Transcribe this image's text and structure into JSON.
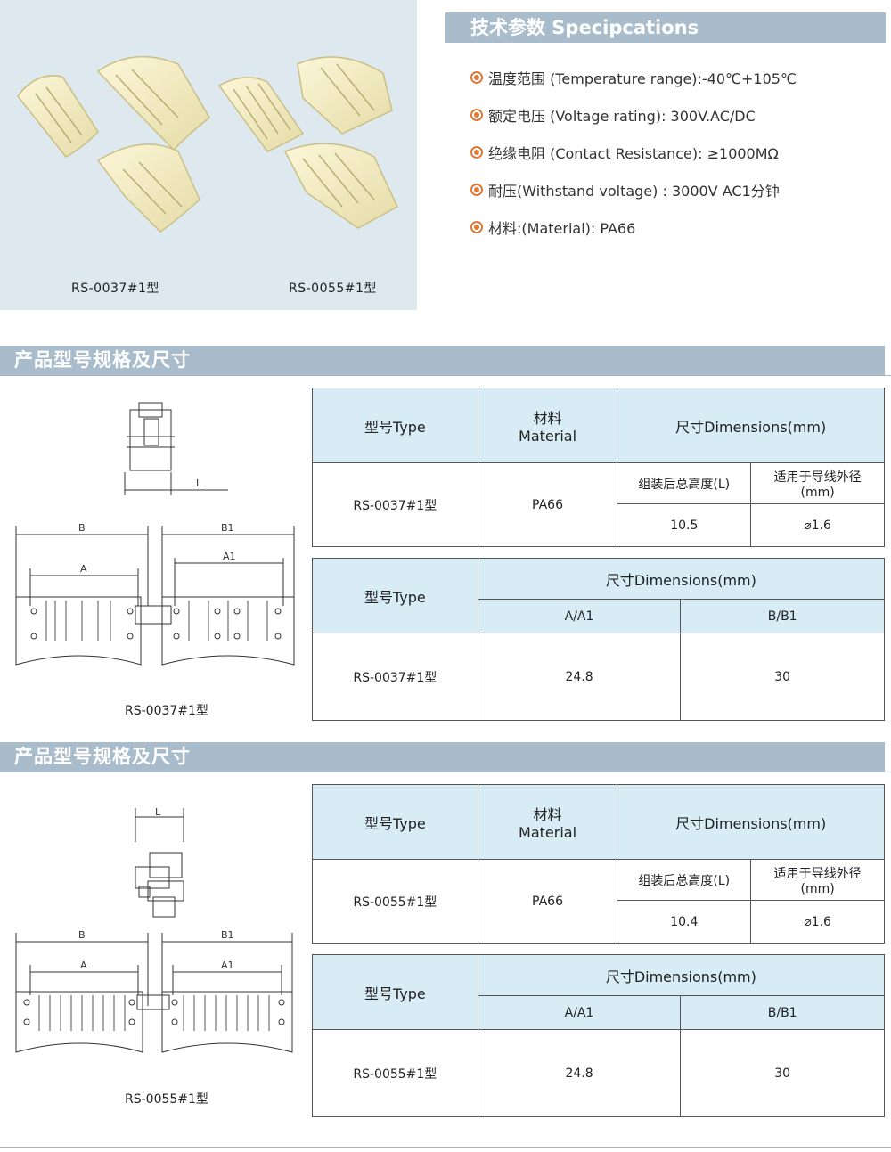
{
  "photos": {
    "label_left": "RS-0037#1型",
    "label_right": "RS-0055#1型"
  },
  "specs": {
    "title": "技术参数 Specipcations",
    "items": [
      "温度范围 (Temperature range):-40℃+105℃",
      "额定电压 (Voltage rating):  300V.AC/DC",
      "绝缘电阻 (Contact Resistance):  ≥1000MΩ",
      "耐压(Withstand voltage) :  3000V  AC1分钟",
      "材料:(Material): PA66"
    ]
  },
  "sections": [
    {
      "title": "产品型号规格及尺寸",
      "drawing": {
        "caption": "RS-0037#1型",
        "label_l": "L",
        "label_b": "B",
        "label_b1": "B1",
        "label_a": "A",
        "label_a1": "A1"
      },
      "table1": {
        "col_type": "型号Type",
        "col_material_1": "材料",
        "col_material_2": "Material",
        "col_dimensions": "尺寸Dimensions(mm)",
        "sub_height": "组装后总高度(L)",
        "sub_wire_1": "适用于导线外径",
        "sub_wire_2": "(mm)",
        "model": "RS-0037#1型",
        "material": "PA66",
        "height": "10.5",
        "wire": "⌀1.6"
      },
      "table2": {
        "col_type": "型号Type",
        "col_dimensions": "尺寸Dimensions(mm)",
        "sub_a": "A/A1",
        "sub_b": "B/B1",
        "model": "RS-0037#1型",
        "a": "24.8",
        "b": "30"
      }
    },
    {
      "title": "产品型号规格及尺寸",
      "drawing": {
        "caption": "RS-0055#1型",
        "label_l": "L",
        "label_b": "B",
        "label_b1": "B1",
        "label_a": "A",
        "label_a1": "A1"
      },
      "table1": {
        "col_type": "型号Type",
        "col_material_1": "材料",
        "col_material_2": "Material",
        "col_dimensions": "尺寸Dimensions(mm)",
        "sub_height": "组装后总高度(L)",
        "sub_wire_1": "适用于导线外径",
        "sub_wire_2": "(mm)",
        "model": "RS-0055#1型",
        "material": "PA66",
        "height": "10.4",
        "wire": "⌀1.6"
      },
      "table2": {
        "col_type": "型号Type",
        "col_dimensions": "尺寸Dimensions(mm)",
        "sub_a": "A/A1",
        "sub_b": "B/B1",
        "model": "RS-0055#1型",
        "a": "24.8",
        "b": "30"
      }
    }
  ]
}
